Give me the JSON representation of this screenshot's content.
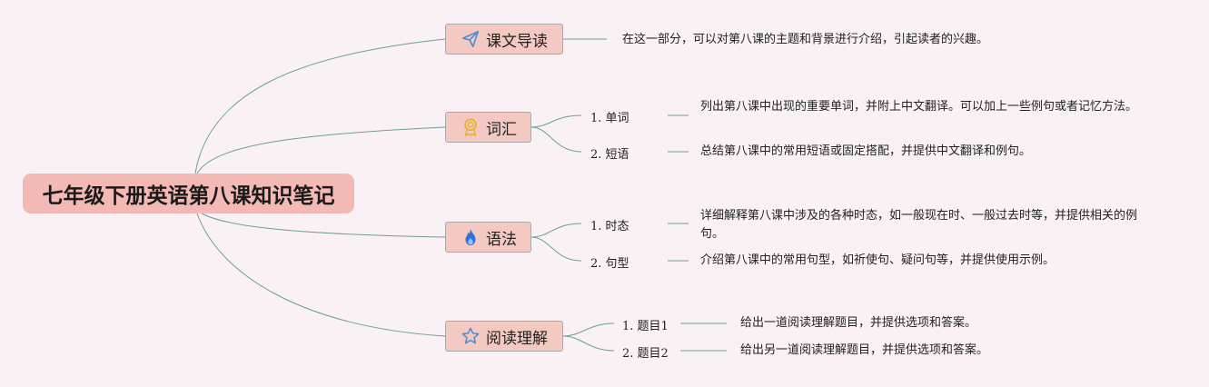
{
  "root": {
    "title": "七年级下册英语第八课知识笔记"
  },
  "branches": [
    {
      "label": "课文导读",
      "icon": "paper-plane-icon",
      "description": "在这一部分，可以对第八课的主题和背景进行介绍，引起读者的兴趣。"
    },
    {
      "label": "词汇",
      "icon": "award-medal-icon",
      "items": [
        {
          "label": "1. 单词",
          "description": "列出第八课中出现的重要单词，并附上中文翻译。可以加上一些例句或者记忆方法。"
        },
        {
          "label": "2. 短语",
          "description": "总结第八课中的常用短语或固定搭配，并提供中文翻译和例句。"
        }
      ]
    },
    {
      "label": "语法",
      "icon": "flame-icon",
      "items": [
        {
          "label": "1. 时态",
          "description": "详细解释第八课中涉及的各种时态，如一般现在时、一般过去时等，并提供相关的例句。"
        },
        {
          "label": "2. 句型",
          "description": "介绍第八课中的常用句型，如祈使句、疑问句等，并提供使用示例。"
        }
      ]
    },
    {
      "label": "阅读理解",
      "icon": "star-icon",
      "items": [
        {
          "label": "1. 题目1",
          "description": "给出一道阅读理解题目，并提供选项和答案。"
        },
        {
          "label": "2. 题目2",
          "description": "给出另一道阅读理解题目，并提供选项和答案。"
        }
      ]
    }
  ],
  "colors": {
    "background": "#f9f1f4",
    "root_fill": "#f3b9b5",
    "branch_fill": "#f4c9c2",
    "branch_border": "#a9a9a9",
    "connector": "#6e9e98",
    "icon_blue": "#4a8fd6",
    "icon_gold": "#e8b12a",
    "icon_flame": "#2d6fe0"
  }
}
